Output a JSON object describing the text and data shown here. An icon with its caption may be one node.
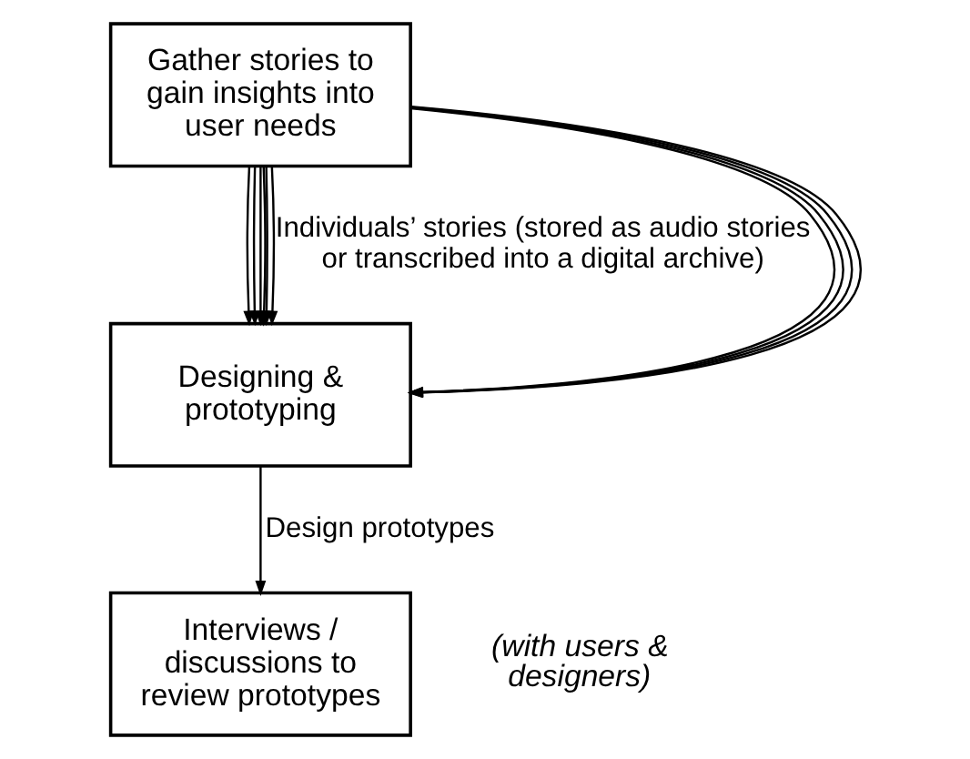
{
  "diagram": {
    "nodes": [
      {
        "text": [
          "Gather stories to gain insights into user needs"
        ]
      },
      {
        "text": [
          "Designing & prototyping"
        ]
      },
      {
        "text": [
          "Interviews / discussions to review prototypes"
        ],
        "beside": [
          "(with users & designers)"
        ]
      }
    ],
    "edges": [
      {
        "from": 0,
        "to": 1,
        "arrow": "to"
      },
      {
        "from": 0,
        "to": 1,
        "arrow": "to"
      },
      {
        "from": 0,
        "to": 1,
        "arrow": "to"
      },
      {
        "from": 0,
        "to": 1,
        "arrow": "to"
      },
      {
        "from": 0,
        "to": 1,
        "arrow": "to"
      },
      {
        "from": 0,
        "to": 1,
        "arrow": "to",
        "label": "Individuals’ stories (stored as audio stories or transcribed into a digital archive)"
      },
      {
        "from": 0,
        "to": 1,
        "arrow": "to"
      },
      {
        "from": 0,
        "to": 1,
        "arrow": "to"
      },
      {
        "from": 0,
        "to": 1,
        "arrow": "to"
      },
      {
        "from": 0,
        "to": 1,
        "arrow": "to"
      },
      {
        "from": 1,
        "to": 2,
        "arrow": "to",
        "label": "Design prototypes"
      }
    ]
  }
}
